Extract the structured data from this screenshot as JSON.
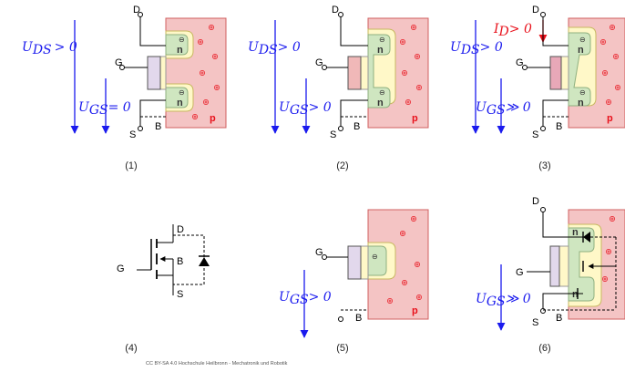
{
  "panels": [
    {
      "caption": "(1)",
      "ud_symbol": "U",
      "ud_sub": "DS",
      "ud_rel": "> 0",
      "ug_symbol": "U",
      "ug_sub": "GS",
      "ug_rel": "= 0"
    },
    {
      "caption": "(2)",
      "ud_symbol": "U",
      "ud_sub": "DS",
      "ud_rel": "> 0",
      "ug_symbol": "U",
      "ug_sub": "GS",
      "ug_rel": "> 0"
    },
    {
      "caption": "(3)",
      "ud_symbol": "U",
      "ud_sub": "DS",
      "ud_rel": "> 0",
      "ug_symbol": "U",
      "ug_sub": "GS",
      "ug_rel": "≫ 0",
      "id_symbol": "I",
      "id_sub": "D",
      "id_rel": "> 0"
    },
    {
      "caption": "(4)"
    },
    {
      "caption": "(5)",
      "ug_symbol": "U",
      "ug_sub": "GS",
      "ug_rel": "> 0"
    },
    {
      "caption": "(6)",
      "ug_symbol": "U",
      "ug_sub": "GS",
      "ug_rel": "≫ 0"
    }
  ],
  "terminals": {
    "drain": "D",
    "gate": "G",
    "source": "S",
    "bulk": "B"
  },
  "doping": {
    "substrate": "p",
    "well": "n",
    "charge_minus": "⊖",
    "charge_plus": "+"
  },
  "colors": {
    "substrate_fill": "#f4c4c4",
    "substrate_stroke": "#d06060",
    "n_fill": "#cfe6c0",
    "n_stroke": "#8fb080",
    "oxide_fill": "#fff8c8",
    "gate_fill": "#e2d8ec",
    "arrow_blue": "#1a1aee",
    "arrow_red": "#e8101a"
  },
  "credit": "CC BY-SA 4.0 Hochschule Heilbronn - Mechatronik und Robotik"
}
